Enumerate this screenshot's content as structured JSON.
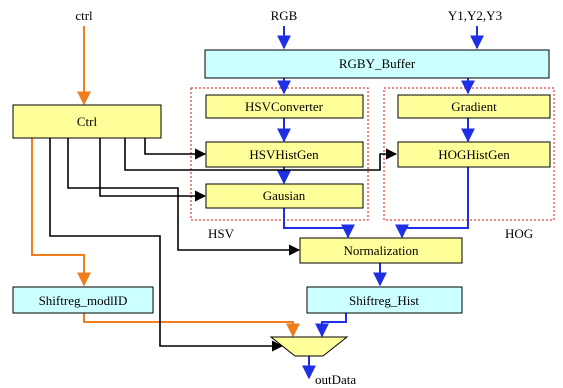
{
  "inputs": {
    "ctrl": "ctrl",
    "rgb": "RGB",
    "y": "Y1,Y2,Y3"
  },
  "blocks": {
    "rgby_buffer": "RGBY_Buffer",
    "hsv_converter": "HSVConverter",
    "hsv_histgen": "HSVHistGen",
    "gausian": "Gausian",
    "gradient": "Gradient",
    "hog_histgen": "HOGHistGen",
    "ctrl": "Ctrl",
    "normalization": "Normalization",
    "shiftreg_modlid": "Shiftreg_modlID",
    "shiftreg_hist": "Shiftreg_Hist"
  },
  "groups": {
    "hsv": "HSV",
    "hog": "HOG"
  },
  "outputs": {
    "out": "outData"
  },
  "colors": {
    "yellow_fill": "#ffff99",
    "cyan_fill": "#ccffff",
    "blue_arrow": "#1f2fe6",
    "orange_arrow": "#f07d1a",
    "black_arrow": "#000000",
    "group_border": "#e01010"
  }
}
